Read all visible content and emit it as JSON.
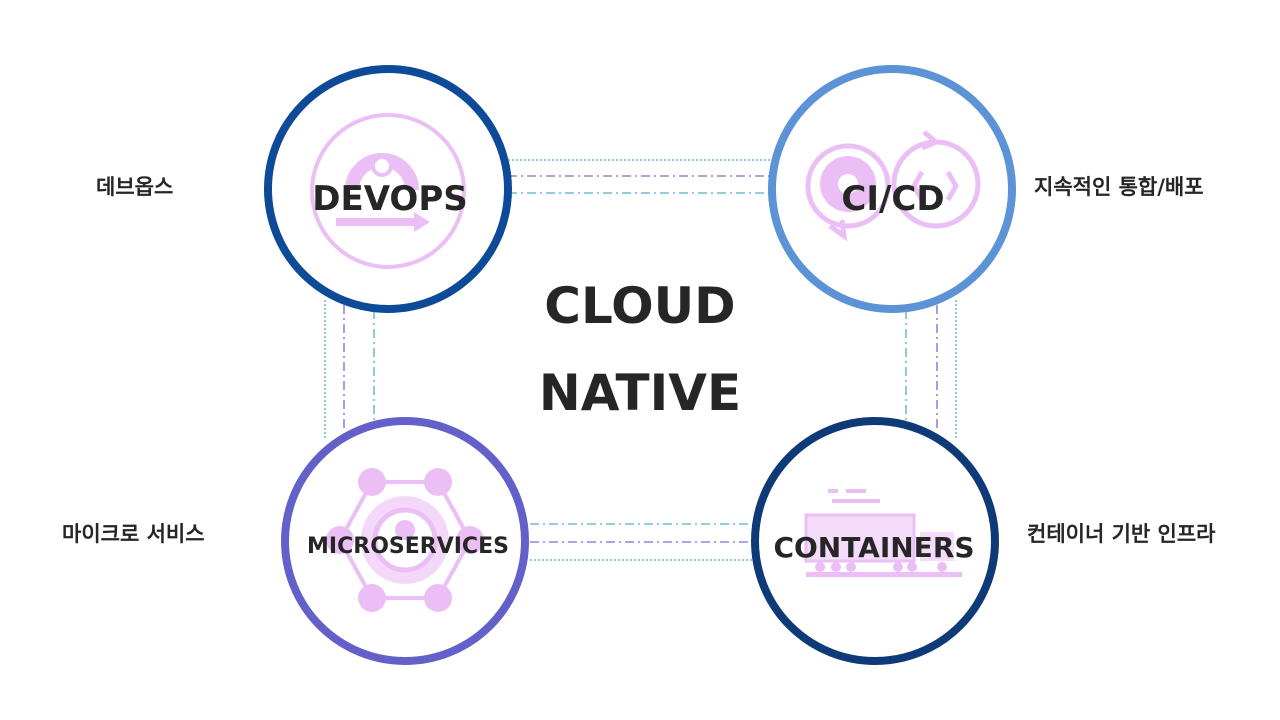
{
  "center": {
    "line1": "CLOUD",
    "line2": "NATIVE"
  },
  "nodes": {
    "devops": {
      "label": "DEVOPS",
      "side_label": "데브옵스",
      "ring_color": "#0d4a98",
      "icon": "devops-infinity-icon"
    },
    "cicd": {
      "label": "CI/CD",
      "side_label": "지속적인 통합/배포",
      "ring_color": "#5b93d6",
      "icon": "gear-cycle-icon"
    },
    "microservices": {
      "label": "MICROSERVICES",
      "side_label": "마이크로 서비스",
      "ring_color": "#6361c9",
      "icon": "hexagon-network-icon"
    },
    "containers": {
      "label": "CONTAINERS",
      "side_label": "컨테이너 기반 인프라",
      "ring_color": "#0e3b78",
      "icon": "container-train-icon"
    }
  },
  "colors": {
    "icon_tint": "#e9b8f4",
    "connector_purple": "#8f87dd",
    "connector_teal": "#4fb0c6",
    "text": "#262626"
  }
}
